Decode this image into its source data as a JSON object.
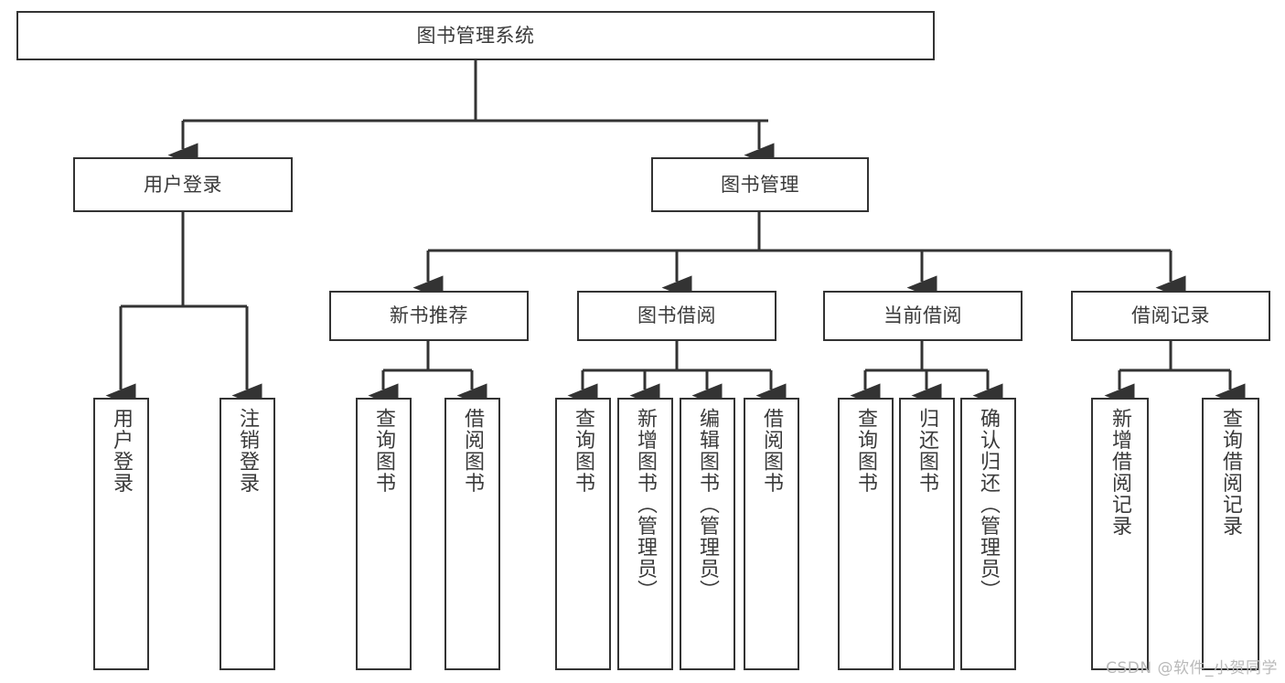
{
  "diagram": {
    "title": "图书管理系统",
    "watermark": "CSDN @软件_小贺同学",
    "line_color": "#333333",
    "text_color": "#3a3a3a",
    "background": "#ffffff",
    "root": {
      "label": "图书管理系统"
    },
    "level2": [
      {
        "label": "用户登录"
      },
      {
        "label": "图书管理"
      }
    ],
    "level3": [
      {
        "label": "新书推荐"
      },
      {
        "label": "图书借阅"
      },
      {
        "label": "当前借阅"
      },
      {
        "label": "借阅记录"
      }
    ],
    "leaves": {
      "user_login": [
        {
          "label": "用户登录"
        },
        {
          "label": "注销登录"
        }
      ],
      "new_book_recommend": [
        {
          "label": "查询图书"
        },
        {
          "label": "借阅图书"
        }
      ],
      "book_borrow": [
        {
          "label": "查询图书"
        },
        {
          "label": "新增图书（管理员）"
        },
        {
          "label": "编辑图书（管理员）"
        },
        {
          "label": "借阅图书"
        }
      ],
      "current_borrow": [
        {
          "label": "查询图书"
        },
        {
          "label": "归还图书"
        },
        {
          "label": "确认归还（管理员）"
        }
      ],
      "borrow_record": [
        {
          "label": "新增借阅记录"
        },
        {
          "label": "查询借阅记录"
        }
      ]
    }
  }
}
